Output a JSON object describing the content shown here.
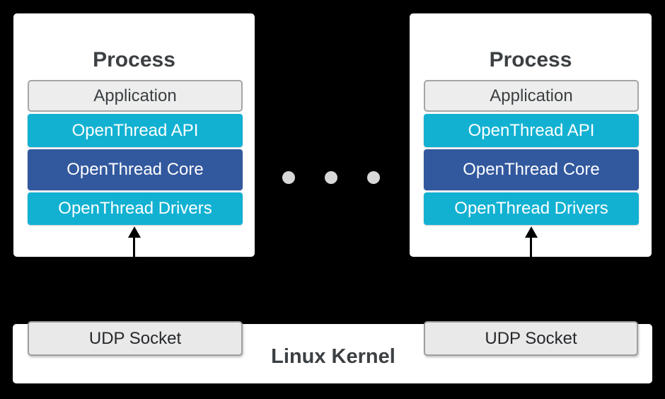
{
  "diagram": {
    "background": "#000000",
    "colors": {
      "bg": "#000000",
      "cyan": "#12b1d2",
      "core_blue": "#32589e",
      "panel_white": "#ffffff",
      "box_gray": "#ededed",
      "text_dark": "#3c4043",
      "dot_gray": "#d8d8d8"
    },
    "processes": [
      {
        "title": "Process",
        "layers": [
          {
            "label": "Application",
            "style": "gray"
          },
          {
            "label": "OpenThread API",
            "style": "cyan"
          },
          {
            "label": "OpenThread Core",
            "style": "blue"
          },
          {
            "label": "OpenThread Drivers",
            "style": "cyan"
          }
        ]
      },
      {
        "title": "Process",
        "layers": [
          {
            "label": "Application",
            "style": "gray"
          },
          {
            "label": "OpenThread API",
            "style": "cyan"
          },
          {
            "label": "OpenThread Core",
            "style": "blue"
          },
          {
            "label": "OpenThread Drivers",
            "style": "cyan"
          }
        ]
      }
    ],
    "ellipsis": {
      "dot_count": 3
    },
    "kernel": {
      "label": "Linux Kernel",
      "sockets": [
        {
          "label": "UDP Socket"
        },
        {
          "label": "UDP Socket"
        }
      ]
    }
  }
}
